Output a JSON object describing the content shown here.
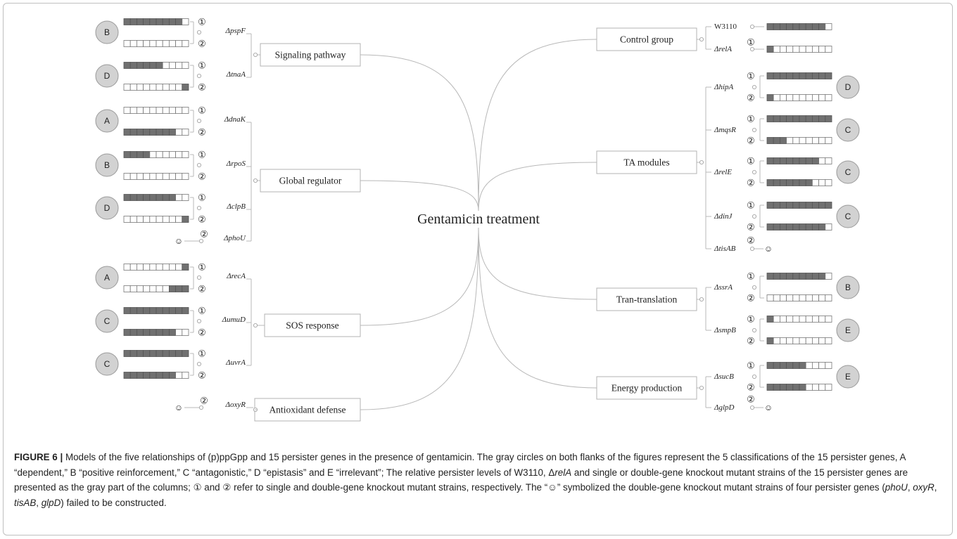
{
  "figure": {
    "root": "Gentamicin treatment",
    "mark_single": "①",
    "mark_double": "②",
    "failed_symbol": "☺",
    "colors": {
      "bar_fill": "#707070",
      "line": "#b8b8b8",
      "circle_fill": "#d2d2d2",
      "box_border": "#b3b3b3"
    },
    "groups": [
      {
        "label": "Signaling pathway",
        "side": "left",
        "genes": [
          {
            "name": "ΔpspF",
            "class": "B",
            "single": 0.85,
            "double": 0.0
          },
          {
            "name": "ΔtnaA",
            "class": "D",
            "single": 0.6,
            "double": 0.1
          }
        ]
      },
      {
        "label": "Global regulator",
        "side": "left",
        "genes": [
          {
            "name": "ΔdnaK",
            "class": "A",
            "single": 0.0,
            "double": 0.8
          },
          {
            "name": "ΔrpoS",
            "class": "B",
            "single": 0.4,
            "double": 0.0
          },
          {
            "name": "ΔclpB",
            "class": "D",
            "single": 0.75,
            "double": 0.1
          },
          {
            "name": "ΔphoU",
            "class": "",
            "failed": true
          }
        ]
      },
      {
        "label": "SOS response",
        "side": "left",
        "genes": [
          {
            "name": "ΔrecA",
            "class": "A",
            "single": 0.1,
            "double": 0.3
          },
          {
            "name": "ΔumuD",
            "class": "C",
            "single": 1.0,
            "double": 0.8
          },
          {
            "name": "ΔuvrA",
            "class": "C",
            "single": 1.0,
            "double": 0.8
          }
        ]
      },
      {
        "label": "Antioxidant defense",
        "side": "left",
        "genes": [
          {
            "name": "ΔoxyR",
            "class": "",
            "failed": true
          }
        ]
      },
      {
        "label": "Control group",
        "side": "right",
        "genes": [
          {
            "name": "W3110",
            "class": "",
            "control": true,
            "value": 0.9
          },
          {
            "name": "ΔrelA",
            "class": "",
            "control": true,
            "mark": "①",
            "value": 0.1
          }
        ]
      },
      {
        "label": "TA modules",
        "side": "right",
        "genes": [
          {
            "name": "ΔhipA",
            "class": "D",
            "single": 1.0,
            "double": 0.1
          },
          {
            "name": "ΔmqsR",
            "class": "C",
            "single": 1.0,
            "double": 0.3
          },
          {
            "name": "ΔrelE",
            "class": "C",
            "single": 0.8,
            "double": 0.7
          },
          {
            "name": "ΔdinJ",
            "class": "C",
            "single": 1.0,
            "double": 0.9
          },
          {
            "name": "ΔtisAB",
            "class": "",
            "failed": true
          }
        ]
      },
      {
        "label": "Tran-translation",
        "side": "right",
        "genes": [
          {
            "name": "ΔssrA",
            "class": "B",
            "single": 0.9,
            "double": 0.0
          },
          {
            "name": "ΔsmpB",
            "class": "E",
            "single": 0.1,
            "double": 0.1
          }
        ]
      },
      {
        "label": "Energy production",
        "side": "right",
        "genes": [
          {
            "name": "ΔsucB",
            "class": "E",
            "single": 0.6,
            "double": 0.6
          },
          {
            "name": "ΔglpD",
            "class": "",
            "failed": true
          }
        ]
      }
    ]
  },
  "caption": {
    "label": "FIGURE 6 |",
    "p1": " Models of the five relationships of (p)ppGpp and 15 persister genes in the presence of gentamicin. The gray circles on both flanks of the figures represent the 5 classifications of the 15 persister genes, A “dependent,” B “positive reinforcement,” C “antagonistic,” D “epistasis” and E “irrelevant”; The relative persister levels of W3110, Δ",
    "g_relA": "relA",
    "p2": " and single or double-gene knockout mutant strains of the 15 persister genes are presented as the gray part of the columns; ① and ② refer to single and double-gene knockout mutant strains, respectively. The “☺” symbolized the double-gene knockout mutant strains of four persister genes (",
    "g_phoU": "phoU",
    "sep1": ", ",
    "g_oxyR": "oxyR",
    "sep2": ", ",
    "g_tisAB": "tisAB",
    "sep3": ", ",
    "g_glpD": "glpD",
    "p3": ") failed to be constructed."
  }
}
